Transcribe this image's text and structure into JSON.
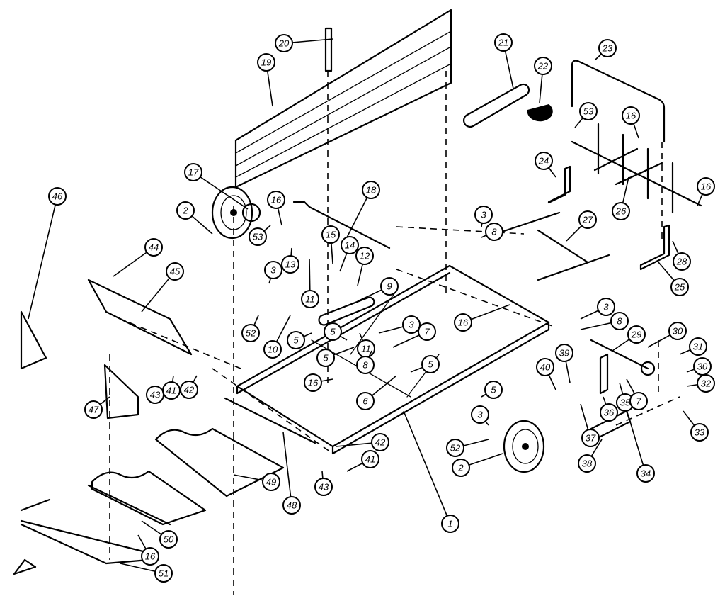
{
  "diagram": {
    "type": "exploded parts diagram",
    "callouts": [
      "20",
      "19",
      "21",
      "22",
      "23",
      "53",
      "16",
      "24",
      "26",
      "16",
      "28",
      "25",
      "27",
      "17",
      "18",
      "16",
      "53",
      "2",
      "44",
      "45",
      "46",
      "3",
      "8",
      "15",
      "14",
      "12",
      "13",
      "3",
      "11",
      "9",
      "16",
      "3",
      "8",
      "3",
      "7",
      "5",
      "11",
      "5",
      "8",
      "5",
      "6",
      "10",
      "52",
      "5",
      "16",
      "29",
      "30",
      "31",
      "30",
      "32",
      "39",
      "40",
      "36",
      "35",
      "7",
      "37",
      "33",
      "34",
      "38",
      "5",
      "3",
      "52",
      "2",
      "1",
      "42",
      "41",
      "43",
      "48",
      "49",
      "43",
      "41",
      "42",
      "47",
      "50",
      "16",
      "51"
    ]
  }
}
